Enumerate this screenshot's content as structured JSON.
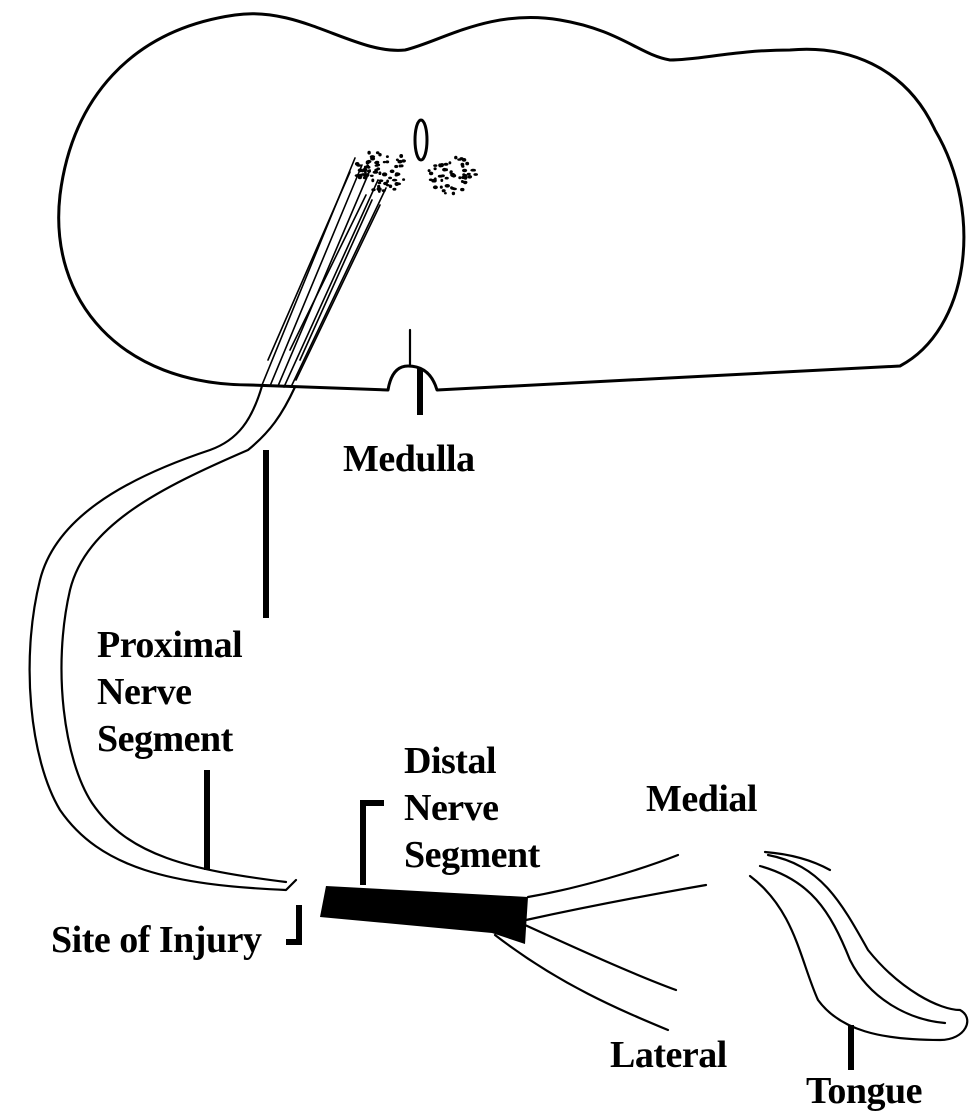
{
  "labels": {
    "medulla": "Medulla",
    "proximal_nerve_segment": [
      "Proximal",
      "Nerve",
      "Segment"
    ],
    "distal_nerve_segment": [
      "Distal",
      "Nerve",
      "Segment"
    ],
    "medial": "Medial",
    "lateral": "Lateral",
    "site_of_injury": "Site of Injury",
    "tongue": "Tongue"
  },
  "colors": {
    "ink": "#000000",
    "background": "#ffffff"
  }
}
